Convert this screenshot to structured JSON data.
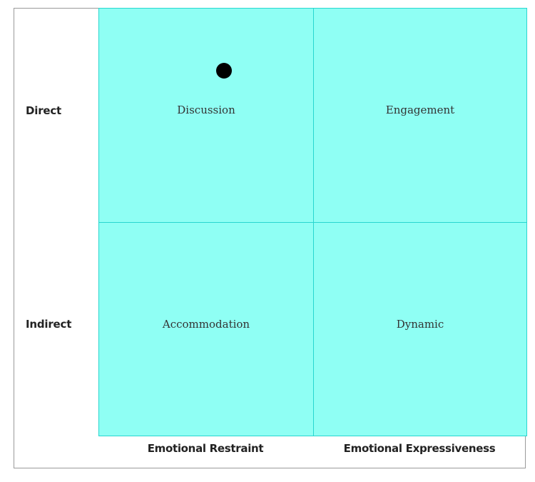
{
  "quadrant": {
    "rows": [
      {
        "label": "Direct"
      },
      {
        "label": "Indirect"
      }
    ],
    "columns": [
      {
        "label": "Emotional Restraint"
      },
      {
        "label": "Emotional Expressiveness"
      }
    ],
    "cells": {
      "top_left": "Discussion",
      "top_right": "Engagement",
      "bottom_left": "Accommodation",
      "bottom_right": "Dynamic"
    },
    "colors": {
      "fill": "#8ffff4",
      "border": "#29d6cf",
      "marker": "#000000"
    },
    "marker": {
      "quadrant": "top_left"
    }
  }
}
